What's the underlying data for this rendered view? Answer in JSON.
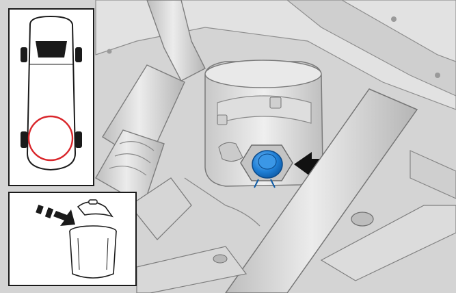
{
  "figure": {
    "kind": "service-manual-illustration",
    "subject": "rear-underbody-drain-plug",
    "callouts": [
      {
        "name": "location-inset",
        "icon": "car-top-view-icon",
        "highlight_area": "rear-axle",
        "highlight_color": "#d9262b"
      },
      {
        "name": "disposal-inset",
        "icon": "waste-bin-icon",
        "secondary_icon": "dashed-arrow-icon"
      }
    ],
    "pointer": {
      "icon": "black-arrow-icon",
      "direction": "left",
      "target": "drain-plug"
    },
    "highlight_part": {
      "name": "drain-plug",
      "color": "#1f7fd6"
    }
  }
}
